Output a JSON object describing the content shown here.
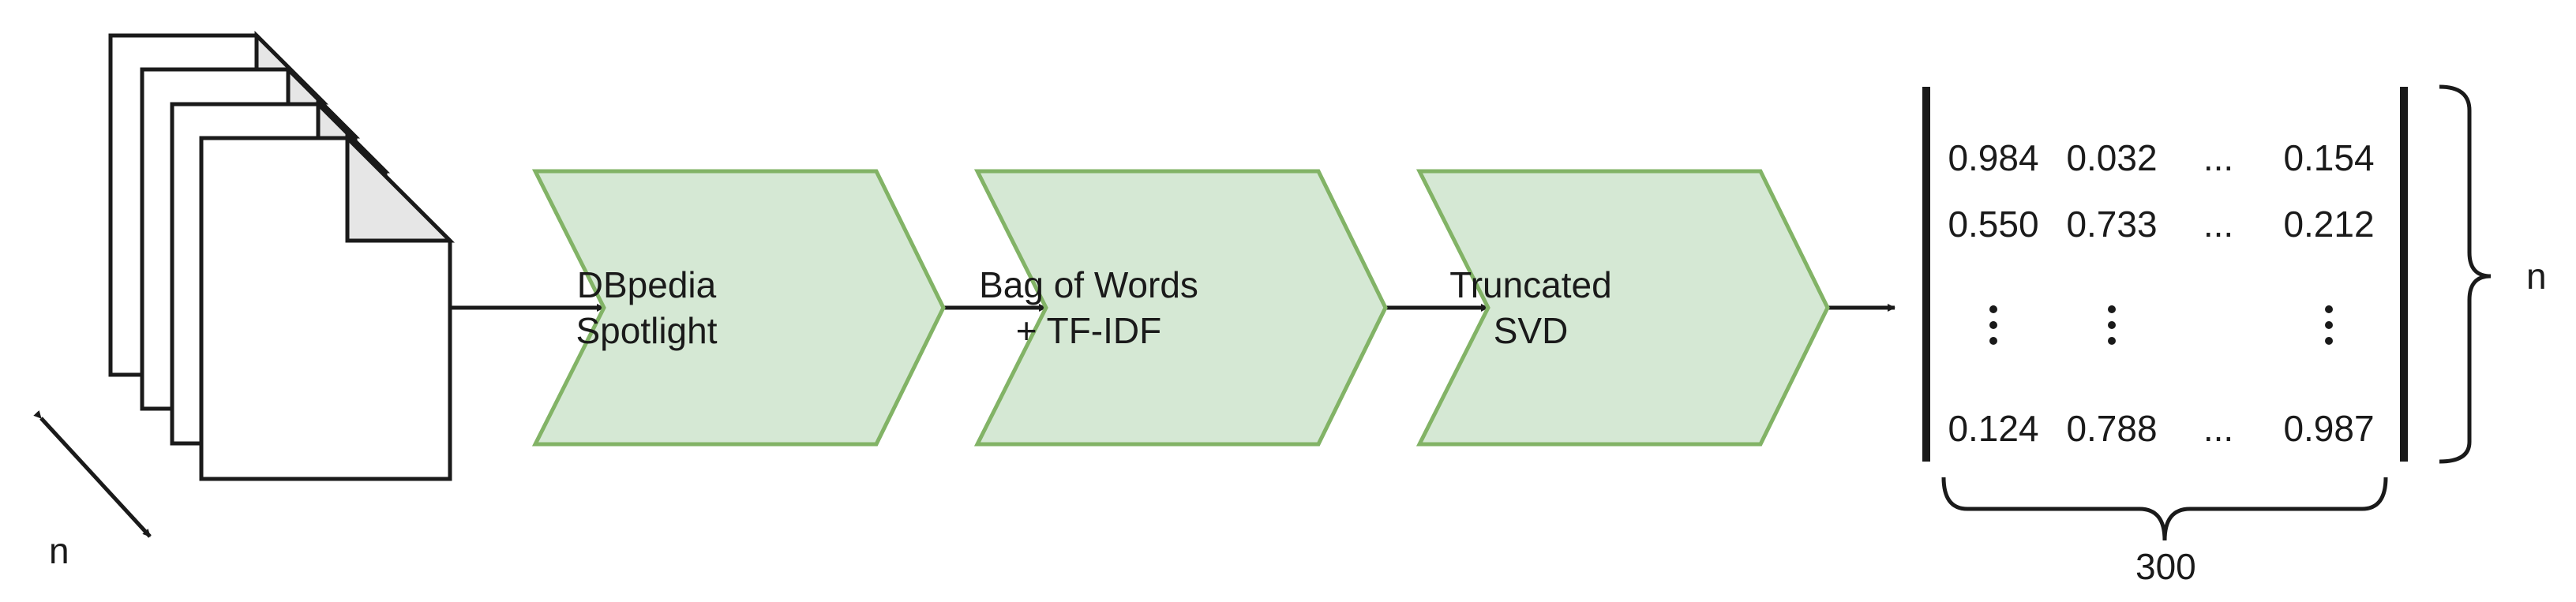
{
  "diagram": {
    "documents": {
      "depth_label": "n"
    },
    "stages": [
      {
        "line1": "DBpedia",
        "line2": "Spotlight"
      },
      {
        "line1": "Bag of Words",
        "line2": "+ TF-IDF"
      },
      {
        "line1": "Truncated",
        "line2": "SVD"
      }
    ],
    "matrix": {
      "rows": [
        [
          "0.984",
          "0.032",
          "...",
          "0.154"
        ],
        [
          "0.550",
          "0.733",
          "...",
          "0.212"
        ],
        [
          "0.124",
          "0.788",
          "...",
          "0.987"
        ]
      ],
      "rows_label": "n",
      "cols_label": "300"
    },
    "colors": {
      "stage_fill": "#d5e8d4",
      "stage_stroke": "#82b366",
      "line": "#1a1a1a",
      "doc_fold": "#e6e6e6"
    }
  }
}
